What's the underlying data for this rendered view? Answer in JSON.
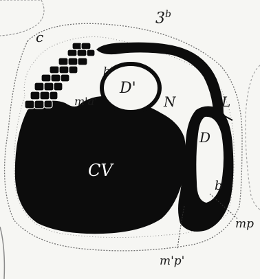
{
  "figure": {
    "labels": {
      "stage": "3",
      "stage_sup": "b",
      "c": "c",
      "ma": "m'a'",
      "b_prime": "b'",
      "D_prime": "D'",
      "N": "N",
      "L": "L",
      "D": "D",
      "b": "b",
      "CV": "CV",
      "mp": "mp",
      "mp_prime": "m'p'"
    },
    "colors": {
      "ink": "#0c0c0c",
      "paper": "#f6f6f3",
      "outline": "#6f6f6f"
    }
  }
}
